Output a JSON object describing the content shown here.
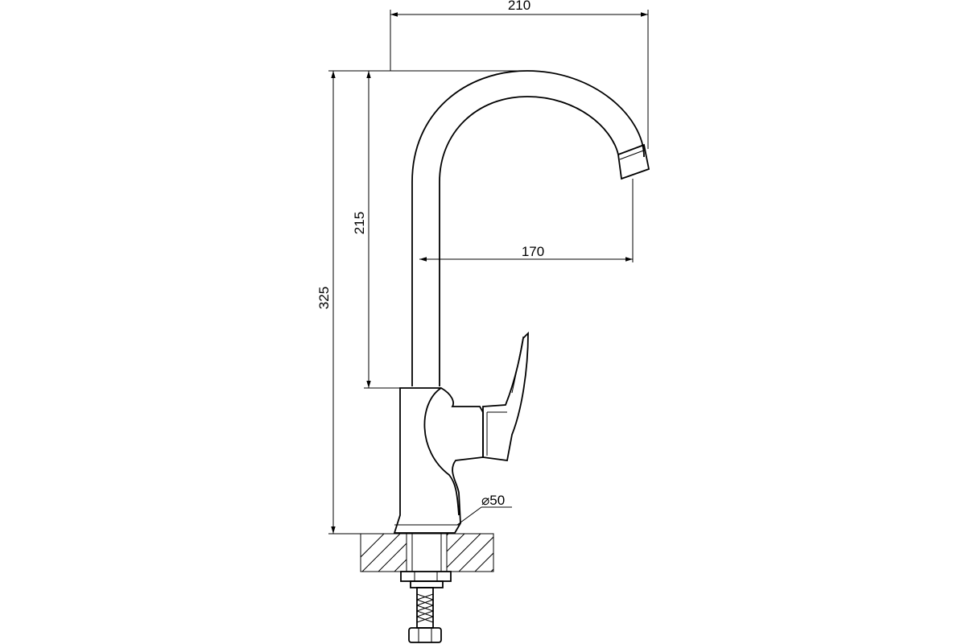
{
  "diagram": {
    "dimensions": {
      "total_width": "210",
      "spout_reach": "170",
      "total_height": "325",
      "spout_height": "215",
      "base_diameter": "⌀50"
    },
    "colors": {
      "line": "#000000",
      "background": "#ffffff"
    }
  }
}
